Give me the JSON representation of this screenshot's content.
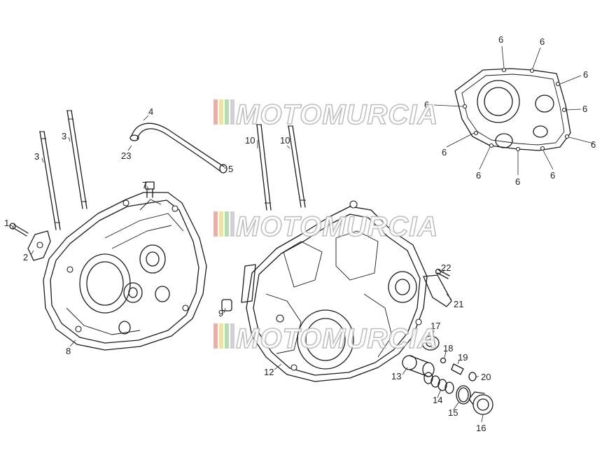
{
  "watermark": {
    "text": "MOTOMURCIA",
    "stripe_colors": [
      "#e8a0a0",
      "#f2e08a",
      "#a8d8a0",
      "#c8c8c8"
    ]
  },
  "callouts": [
    {
      "id": "c1",
      "label": "1"
    },
    {
      "id": "c2",
      "label": "2"
    },
    {
      "id": "c3a",
      "label": "3"
    },
    {
      "id": "c3b",
      "label": "3"
    },
    {
      "id": "c4",
      "label": "4"
    },
    {
      "id": "c5",
      "label": "5"
    },
    {
      "id": "c6a",
      "label": "6"
    },
    {
      "id": "c6b",
      "label": "6"
    },
    {
      "id": "c6c",
      "label": "6"
    },
    {
      "id": "c6d",
      "label": "6"
    },
    {
      "id": "c6e",
      "label": "6"
    },
    {
      "id": "c6f",
      "label": "6"
    },
    {
      "id": "c6g",
      "label": "6"
    },
    {
      "id": "c6h",
      "label": "6"
    },
    {
      "id": "c6i",
      "label": "6"
    },
    {
      "id": "c6j",
      "label": "6"
    },
    {
      "id": "c7",
      "label": "7"
    },
    {
      "id": "c8",
      "label": "8"
    },
    {
      "id": "c9",
      "label": "9"
    },
    {
      "id": "c10a",
      "label": "10"
    },
    {
      "id": "c10b",
      "label": "10"
    },
    {
      "id": "c12",
      "label": "12"
    },
    {
      "id": "c13",
      "label": "13"
    },
    {
      "id": "c14",
      "label": "14"
    },
    {
      "id": "c15",
      "label": "15"
    },
    {
      "id": "c16",
      "label": "16"
    },
    {
      "id": "c17",
      "label": "17"
    },
    {
      "id": "c18",
      "label": "18"
    },
    {
      "id": "c19",
      "label": "19"
    },
    {
      "id": "c20",
      "label": "20"
    },
    {
      "id": "c21",
      "label": "21"
    },
    {
      "id": "c22",
      "label": "22"
    },
    {
      "id": "c23",
      "label": "23"
    }
  ]
}
